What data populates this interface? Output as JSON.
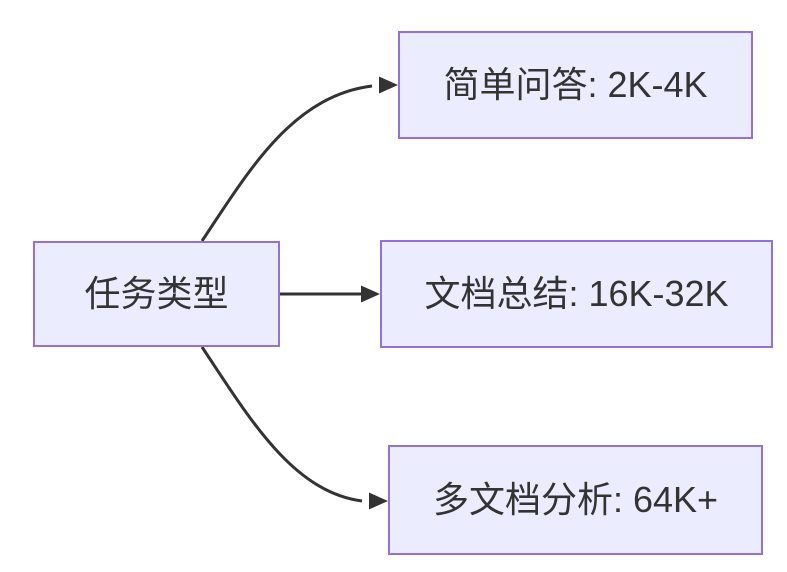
{
  "diagram": {
    "type": "flowchart",
    "direction": "left-to-right",
    "background_color": "#FFFFFF",
    "node_style": {
      "fill_color": "#ECECFF",
      "border_color": "#9370DB",
      "text_color": "#333333"
    },
    "edge_style": {
      "line_color": "#333333",
      "arrowhead": "filled-triangle"
    },
    "root": {
      "id": "task-type",
      "label": "任务类型"
    },
    "branches": [
      {
        "id": "simple-qa",
        "label": "简单问答: 2K-4K"
      },
      {
        "id": "doc-summary",
        "label": "文档总结: 16K-32K"
      },
      {
        "id": "multi-doc-analysis",
        "label": "多文档分析: 64K+"
      }
    ]
  }
}
